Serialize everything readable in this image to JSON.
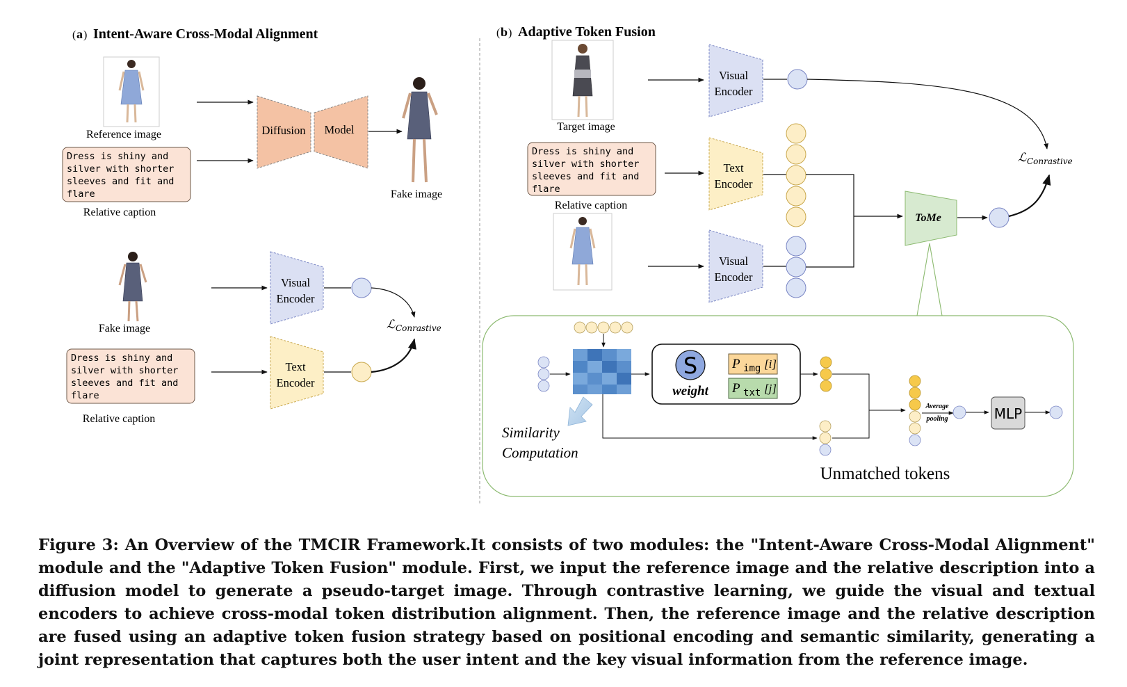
{
  "panel_a": {
    "tag": "a",
    "title": "Intent-Aware Cross-Modal Alignment",
    "reference_label": "Reference image",
    "relative_caption_text": [
      "Dress is shiny and",
      "silver with shorter",
      "sleeves and fit and",
      "flare"
    ],
    "relative_caption_label": "Relative caption",
    "diffusion_label": "Diffusion",
    "model_label": "Model",
    "fake_label_top": "Fake image",
    "fake_label_bottom": "Fake image",
    "visual_encoder": [
      "Visual",
      "Encoder"
    ],
    "text_encoder": [
      "Text",
      "Encoder"
    ],
    "caption_text_2": [
      "Dress is shiny and",
      "silver with shorter",
      "sleeves and fit and",
      "flare"
    ],
    "caption_label_2": "Relative caption",
    "loss_main": "ℒ",
    "loss_sub": "Conrastive"
  },
  "panel_b": {
    "tag": "b",
    "title": "Adaptive Token Fusion",
    "target_label": "Target image",
    "visual_encoder_top": [
      "Visual",
      "Encoder"
    ],
    "text_encoder": [
      "Text",
      "Encoder"
    ],
    "visual_encoder_bottom": [
      "Visual",
      "Encoder"
    ],
    "relative_caption_text": [
      "Dress is shiny and",
      "silver with shorter",
      "sleeves and fit and",
      "flare"
    ],
    "relative_caption_label": "Relative caption",
    "tome_label": "ToMe",
    "loss_main": "ℒ",
    "loss_sub": "Conrastive",
    "s_label": "S",
    "weight_label": "weight",
    "p_img": "P",
    "p_img_sub": "img",
    "p_img_idx": "[i]",
    "p_txt": "P",
    "p_txt_sub": "txt",
    "p_txt_idx": "[j]",
    "similarity_line1": "Similarity",
    "similarity_line2": "Computation",
    "avg_pool_1": "Average",
    "avg_pool_2": "pooling",
    "mlp_label": "MLP",
    "unmatched_label": "Unmatched tokens"
  },
  "caption": {
    "label": "Figure 3:",
    "text": "An Overview of the TMCIR Framework.It consists of two modules: the \"Intent-Aware Cross-Modal Alignment\" module and the \"Adaptive Token Fusion\" module. First, we input the reference image and the relative description into a diffusion model to generate a pseudo-target image. Through contrastive learning, we guide the visual and textual encoders to achieve cross-modal token distribution alignment. Then, the reference image and the relative description are fused using an adaptive token fusion strategy based on positional encoding and semantic similarity, generating a joint representation that captures both the user intent and the key visual information from the reference image."
  },
  "colors": {
    "diffusion_fill": "#f4c2a4",
    "visual_fill": "#dbe0f3",
    "text_fill": "#fdefc6",
    "caption_box_fill": "#fbe3d6",
    "tome_fill": "#d7ead0",
    "green_outline": "#8cba70",
    "blue_token": "#dbe3f5",
    "yellow_token": "#fdeec7",
    "gold_token": "#f6c94a"
  }
}
